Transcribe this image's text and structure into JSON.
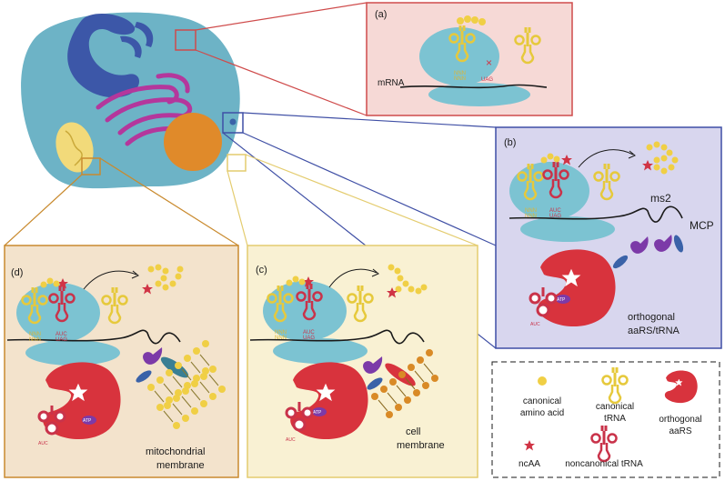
{
  "panels": {
    "a": {
      "label": "(a)",
      "mrna": "mRNA",
      "codon_top": "NNN",
      "codon_bottom": "NNN",
      "stop_codon": "UAG"
    },
    "b": {
      "label": "(b)",
      "ms2": "ms2",
      "mcp": "MCP",
      "anticodon": "AUC",
      "codon": "UAG",
      "codon_top": "NNN",
      "codon_bottom": "NNN",
      "atp": "ATP",
      "trna_anticodon": "AUC",
      "caption_line1": "orthogonal",
      "caption_line2": "aaRS/tRNA"
    },
    "c": {
      "label": "(c)",
      "anticodon": "AUC",
      "codon": "UAG",
      "codon_top": "NNN",
      "codon_bottom": "NNN",
      "atp": "ATP",
      "trna_anticodon": "AUC",
      "caption_line1": "cell",
      "caption_line2": "membrane"
    },
    "d": {
      "label": "(d)",
      "anticodon": "AUC",
      "codon": "UAG",
      "codon_top": "NNN",
      "codon_bottom": "NNN",
      "atp": "ATP",
      "trna_anticodon": "AUC",
      "caption_line1": "mitochondrial",
      "caption_line2": "membrane"
    }
  },
  "legend": {
    "canonical_aa_line1": "canonical",
    "canonical_aa_line2": "amino acid",
    "canonical_trna_line1": "canonical",
    "canonical_trna_line2": "tRNA",
    "orthogonal_line1": "orthogonal",
    "orthogonal_line2": "aaRS",
    "ncaa": "ncAA",
    "noncanonical_trna": "noncanonical tRNA"
  },
  "colors": {
    "cell": "#6db3c6",
    "ribosome": "#7cc3d2",
    "golgi": "#3c57a8",
    "er": "#b4379c",
    "nucleus": "#e08a2a",
    "mito": "#f2da7a",
    "aa": "#f0cf45",
    "ncaa": "#d03445",
    "aars": "#d8333d",
    "ms2": "#7c3aa8",
    "mcp": "#3a62a8",
    "panel_a_bg": "#f6d9d6",
    "panel_a_border": "#cf4b4b",
    "panel_b_bg": "#d8d6ee",
    "panel_b_border": "#3f4fa5",
    "panel_c_bg": "#f9f1d3",
    "panel_c_border": "#e4cc6f",
    "panel_d_bg": "#f3e3cc",
    "panel_d_border": "#c98a2e"
  }
}
